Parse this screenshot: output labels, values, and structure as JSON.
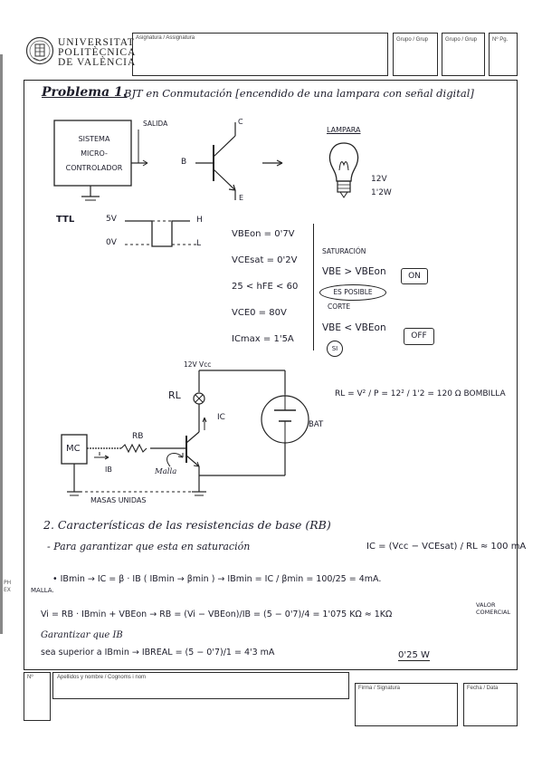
{
  "header": {
    "university_lines": [
      "UNIVERSITAT",
      "POLITÈCNICA",
      "DE VALÈNCIA"
    ],
    "subject_label": "Asignatura / Assignatura",
    "field2_label": "Grupo / Grup",
    "field3_label": "Grupo / Grup",
    "field4_label": "Nº Pg."
  },
  "footer": {
    "no_label": "Nº",
    "name_label": "Apellidos y nombre / Cognoms i nom",
    "sign_label": "Firma / Signatura",
    "date_label": "Fecha / Data"
  },
  "problem": {
    "title": "Problema 1.",
    "subtitle": "BJT en Conmutación [encendido de una lampara con señal digital]"
  },
  "diagram1": {
    "block_lines": [
      "SISTEMA",
      "MICRO-",
      "CONTROLADOR"
    ],
    "salida": "SALIDA",
    "b": "B",
    "c": "C",
    "e": "E",
    "lamp_label": "LAMPARA",
    "lamp_v": "12V",
    "lamp_w": "1'2W"
  },
  "ttl": {
    "label": "TTL",
    "high_v": "5V",
    "low_v": "0V",
    "high": "H",
    "low": "L"
  },
  "specs": [
    "VBEon = 0'7V",
    "VCEsat = 0'2V",
    "25 < hFE < 60",
    "VCE0 = 80V",
    "ICmax = 1'5A"
  ],
  "states": {
    "saturacion": "SATURACIÓN",
    "sat_cond": "VBE > VBEon",
    "on": "ON",
    "es_posible": "ES POSIBLE",
    "corte": "CORTE",
    "corte_cond": "VBE < VBEon",
    "si": "SI",
    "off": "OFF"
  },
  "circuit": {
    "vcc": "12V Vcc",
    "rl": "RL",
    "ic": "IC",
    "rb": "RB",
    "mc": "MC",
    "ib": "IB",
    "malla": "Malla",
    "bat": "BAT",
    "masas": "MASAS UNIDAS",
    "rl_formula": "RL = V² / P = 12² / 1'2 = 120 Ω BOMBILLA"
  },
  "section2": {
    "title": "2. Características de las resistencias de base (RB)",
    "line1": "- Para garantizar que esta en saturación",
    "ic_formula": "IC = (Vcc − VCEsat) / RL ≈ 100 mA",
    "line2": "• IBmin → IC = β · IB ( IBmin → βmin ) → IBmin = IC / βmin = 100/25 = 4mA.",
    "malla": "MALLA.",
    "line3": "Vi = RB · IBmin + VBEon → RB = (Vi − VBEon)/IB = (5 − 0'7)/4 = 1'075 KΩ ≈ 1KΩ",
    "valor_comercial": "VALOR COMERCIAL",
    "line4": "Garantizar que IB",
    "line5": "sea superior a IBmin → IBREAL = (5 − 0'7)/1 = 4'3 mA",
    "score": "0'25 W"
  },
  "side_marks": [
    "PH",
    "EX"
  ]
}
